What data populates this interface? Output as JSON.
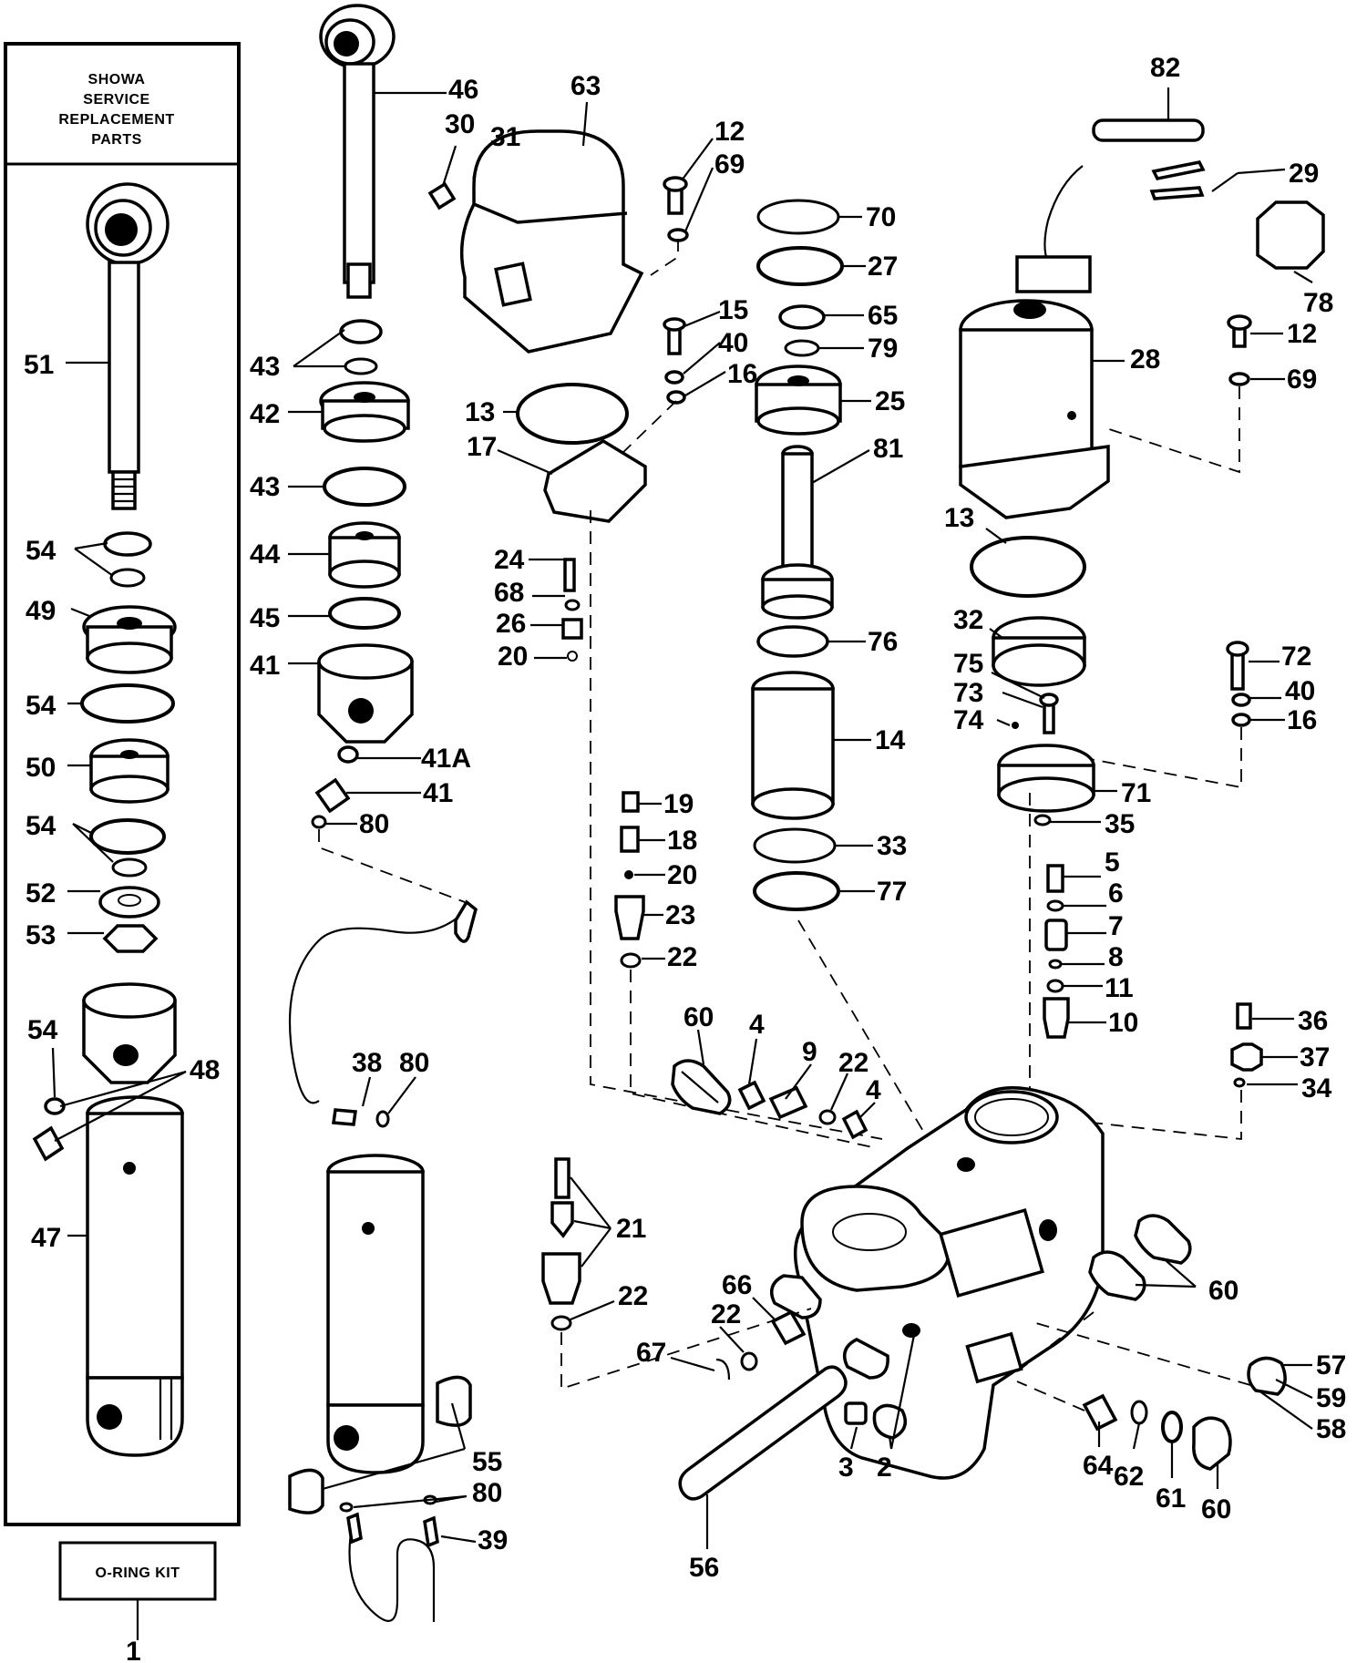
{
  "showa_box": {
    "lines": [
      "SHOWA",
      "SERVICE",
      "REPLACEMENT",
      "PARTS"
    ]
  },
  "oring_kit": {
    "label": "O-RING KIT",
    "number": "1"
  },
  "callouts": {
    "c51": "51",
    "c54a": "54",
    "c49": "49",
    "c54b": "54",
    "c50": "50",
    "c54c": "54",
    "c52": "52",
    "c53": "53",
    "c54d": "54",
    "c48": "48",
    "c47": "47",
    "c46": "46",
    "c30": "30",
    "c31": "31",
    "c43a": "43",
    "c42": "42",
    "c43b": "43",
    "c44": "44",
    "c45": "45",
    "c41a": "41",
    "c41A": "41A",
    "c41b": "41",
    "c80a": "80",
    "c38": "38",
    "c80b": "80",
    "c55": "55",
    "c80c": "80",
    "c39": "39",
    "c63": "63",
    "c12a": "12",
    "c69a": "69",
    "c15": "15",
    "c40a": "40",
    "c16a": "16",
    "c13a": "13",
    "c17": "17",
    "c24": "24",
    "c68": "68",
    "c26": "26",
    "c20a": "20",
    "c19": "19",
    "c18": "18",
    "c20b": "20",
    "c23": "23",
    "c22a": "22",
    "c60a": "60",
    "c4a": "4",
    "c9": "9",
    "c22b": "22",
    "c4b": "4",
    "c21": "21",
    "c22c": "22",
    "c66": "66",
    "c22d": "22",
    "c67": "67",
    "c3": "3",
    "c2": "2",
    "c56": "56",
    "c70": "70",
    "c27": "27",
    "c65": "65",
    "c79": "79",
    "c25": "25",
    "c81": "81",
    "c76": "76",
    "c14": "14",
    "c33": "33",
    "c77": "77",
    "c82": "82",
    "c29": "29",
    "c78": "78",
    "c28": "28",
    "c12b": "12",
    "c69b": "69",
    "c13b": "13",
    "c32": "32",
    "c72": "72",
    "c75": "75",
    "c40b": "40",
    "c73": "73",
    "c74": "74",
    "c16b": "16",
    "c71": "71",
    "c35": "35",
    "c5": "5",
    "c6": "6",
    "c7": "7",
    "c8": "8",
    "c11": "11",
    "c10": "10",
    "c36": "36",
    "c37": "37",
    "c34": "34",
    "c60b": "60",
    "c57": "57",
    "c59": "59",
    "c58": "58",
    "c64": "64",
    "c62": "62",
    "c61": "61",
    "c60c": "60"
  }
}
